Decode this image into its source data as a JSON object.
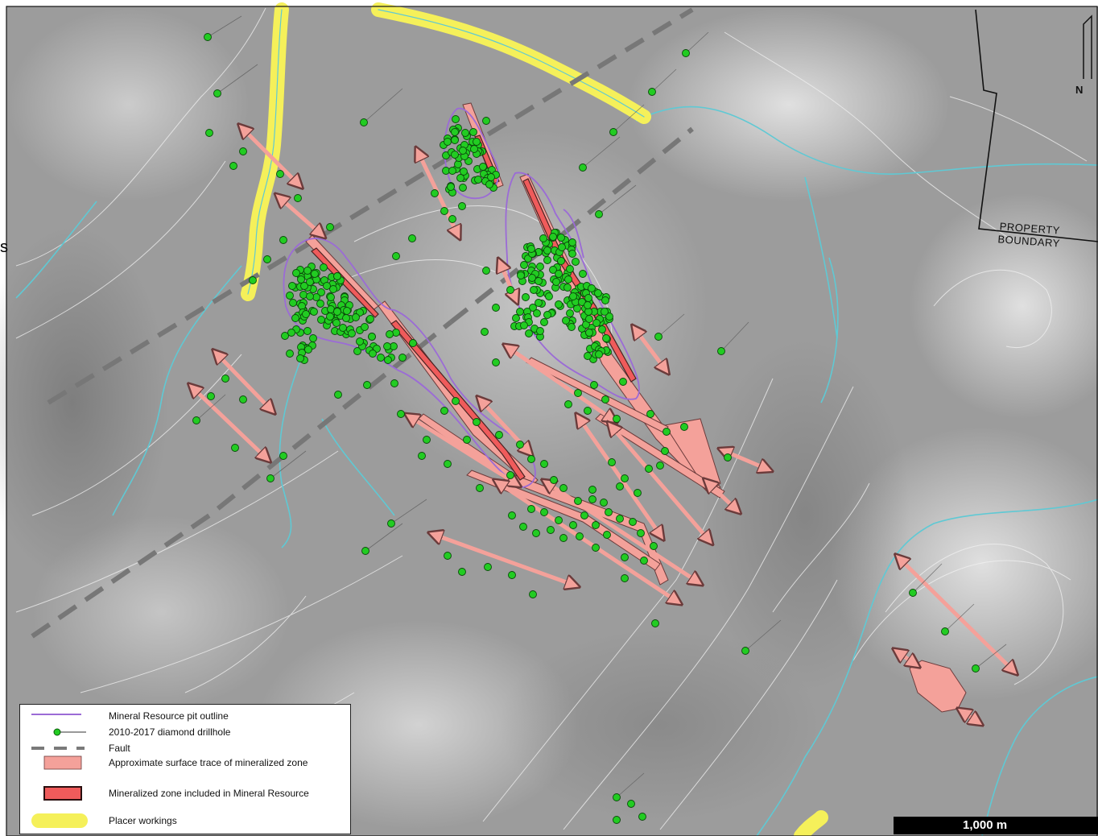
{
  "legend": {
    "items": [
      {
        "key": "pit",
        "label": "Mineral Resource pit outline",
        "color": "#9b6bd6"
      },
      {
        "key": "drillhole",
        "label": "2010-2017 diamond drillhole",
        "color": "#22cc22"
      },
      {
        "key": "fault",
        "label": "Fault",
        "color": "#7a7a7a"
      },
      {
        "key": "zone-approx",
        "label": "Approximate surface trace of mineralized zone",
        "color": "#f4a19a"
      },
      {
        "key": "zone-resource",
        "label": "Mineralized zone included in Mineral Resource",
        "color": "#ef5b5b"
      },
      {
        "key": "placer",
        "label": "Placer workings",
        "color": "#f5f05a"
      }
    ]
  },
  "map_labels": {
    "side_mark": "s",
    "property_boundary_line1": "PROPERTY",
    "property_boundary_line2": "BOUNDARY",
    "north": "N"
  },
  "scale_bar": {
    "label": "1,000 m"
  },
  "colors": {
    "terrain_dark": "#8d8d8d",
    "terrain_light": "#d6d6d6",
    "contour": "#f2f2f2",
    "stream": "#5fc9d4",
    "boundary": "#111111"
  },
  "icons": [
    "north-arrow-icon",
    "drillhole-icon"
  ]
}
